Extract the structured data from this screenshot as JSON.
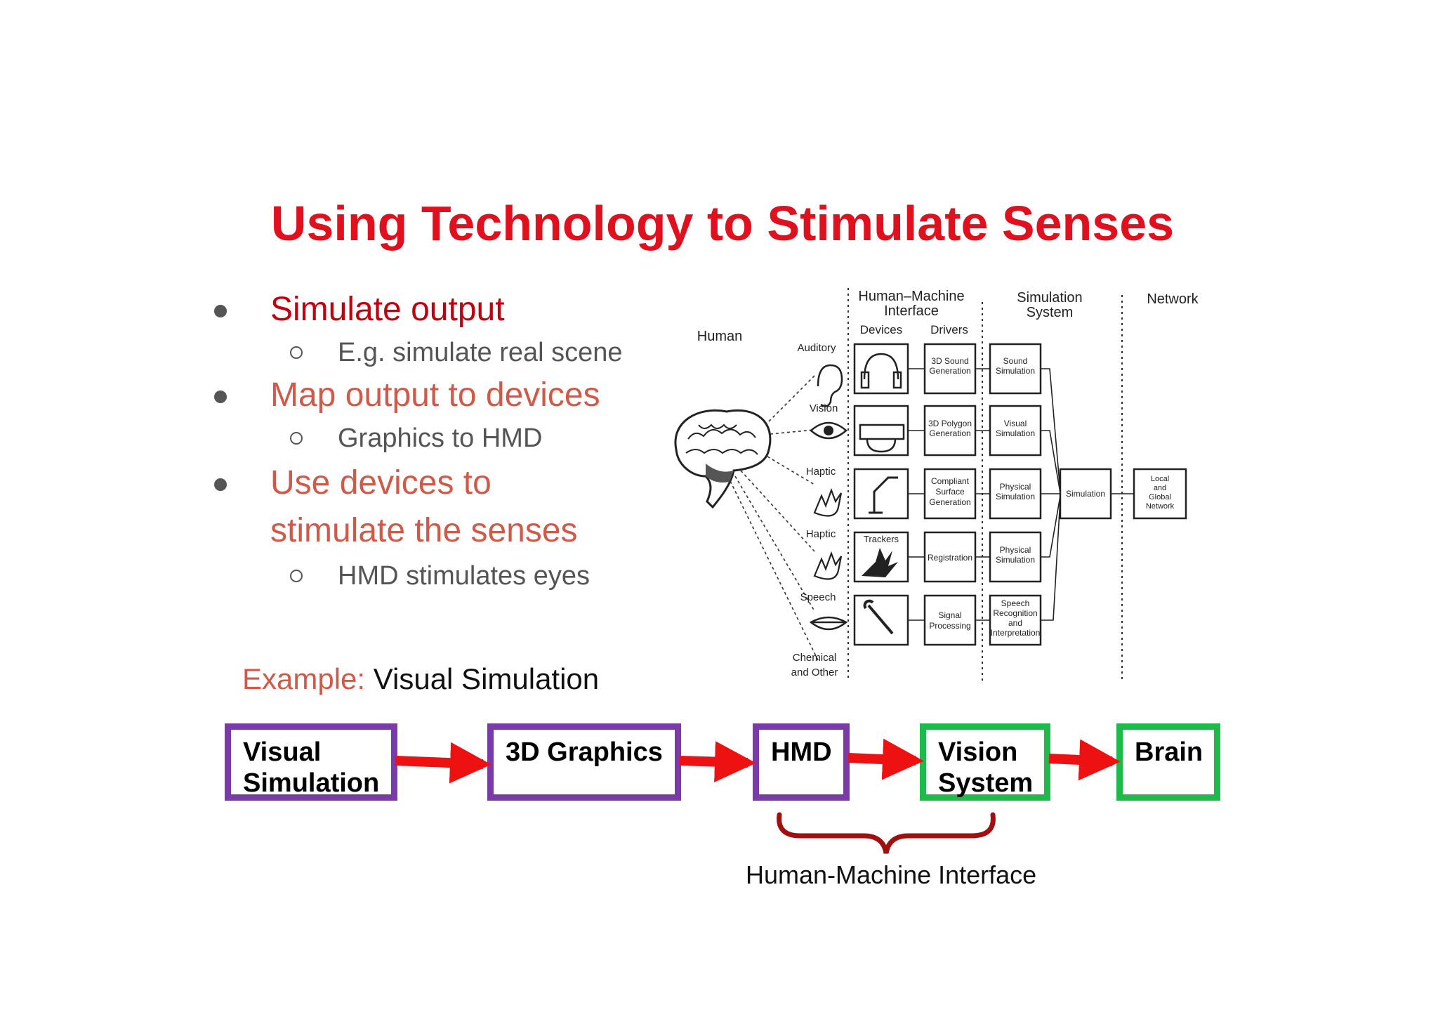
{
  "slide": {
    "title": "Using Technology to Stimulate Senses"
  },
  "bullets": [
    {
      "text": "Simulate output",
      "sub": "E.g. simulate real scene"
    },
    {
      "text": "Map output to devices",
      "sub": "Graphics to HMD"
    },
    {
      "text_line1": "Use devices to",
      "text_line2": "stimulate the senses",
      "sub": "HMD stimulates eyes"
    }
  ],
  "example": {
    "label": "Example:",
    "value": "Visual Simulation"
  },
  "flow": {
    "boxes": [
      {
        "line1": "Visual",
        "line2": "Simulation",
        "color": "#7a3aa8"
      },
      {
        "line1": "3D Graphics",
        "line2": "",
        "color": "#7a3aa8"
      },
      {
        "line1": "HMD",
        "line2": "",
        "color": "#7a3aa8"
      },
      {
        "line1": "Vision",
        "line2": "System",
        "color": "#1dbb4a"
      },
      {
        "line1": "Brain",
        "line2": "",
        "color": "#1dbb4a"
      }
    ],
    "arrow_color": "#ee1111",
    "brace_color": "#a01010",
    "brace_label": "Human-Machine Interface"
  },
  "diagram": {
    "headers": {
      "human": "Human",
      "hmi_line1": "Human–Machine",
      "hmi_line2": "Interface",
      "devices": "Devices",
      "drivers": "Drivers",
      "sim_line1": "Simulation",
      "sim_line2": "System",
      "network": "Network"
    },
    "senses": [
      "Auditory",
      "Vision",
      "Haptic",
      "Haptic",
      "Speech",
      "Chemical",
      "and Other"
    ],
    "device_labels": {
      "trackers": "Trackers"
    },
    "drivers": [
      [
        "3D Sound",
        "Generation"
      ],
      [
        "3D Polygon",
        "Generation"
      ],
      [
        "Compliant",
        "Surface",
        "Generation"
      ],
      [
        "Registration"
      ],
      [
        "Signal",
        "Processing"
      ]
    ],
    "simulations": [
      [
        "Sound",
        "Simulation"
      ],
      [
        "Visual",
        "Simulation"
      ],
      [
        "Physical",
        "Simulation"
      ],
      [
        "Physical",
        "Simulation"
      ],
      [
        "Speech",
        "Recognition",
        "and",
        "Interpretation"
      ]
    ],
    "central": "Simulation",
    "network_box": [
      "Local",
      "and",
      "Global",
      "Network"
    ]
  }
}
